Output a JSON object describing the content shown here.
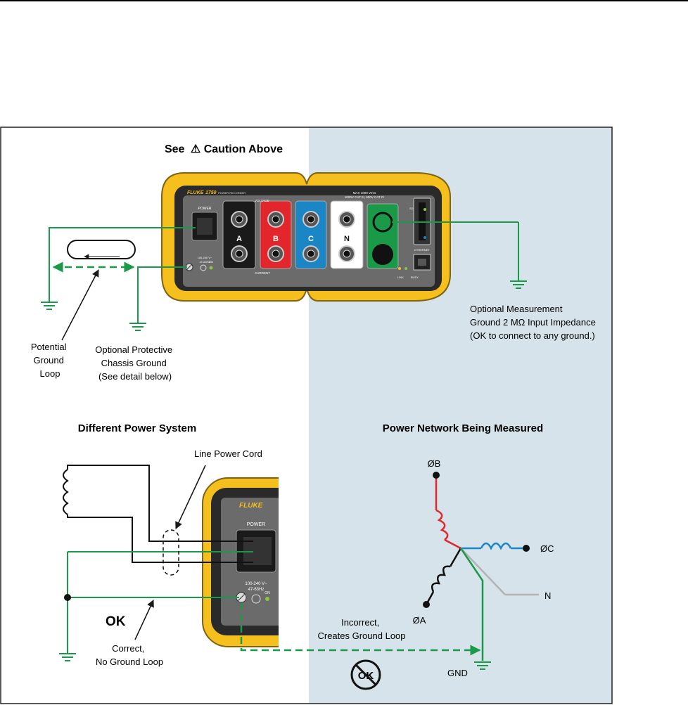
{
  "colors": {
    "right_panel": "#d6e3ea",
    "yellow": "#f5bf1d",
    "yellow_dark": "#7e6414",
    "face": "#6b6b6b",
    "green": "#1a9a49",
    "red": "#e3262b",
    "blue": "#1b86c5",
    "gray": "#b3b3b3",
    "black": "#1a1a1a"
  },
  "caution": {
    "prefix": "See",
    "symbol": "⚠",
    "text": "Caution Above"
  },
  "device": {
    "brand": "FLUKE",
    "model": "1750",
    "model_suffix": "POWER RECORDER",
    "power_label": "POWER",
    "power_rating": "100-240 V~",
    "power_freq": "47-63Hz",
    "on_label": "ON",
    "voltage_label": "VOLTAGE",
    "current_label": "CURRENT",
    "max_rating": "MAX 1000 Vrms",
    "cat_rating": "1000V CAT III, 600V CAT IV",
    "channels": [
      "A",
      "B",
      "C",
      "N"
    ],
    "sd_label": "SD",
    "ethernet_label": "ETHERNET",
    "link_label": "LINK",
    "busy_label": "BUSY"
  },
  "labels": {
    "potential_ground_loop": [
      "Potential",
      "Ground",
      "Loop"
    ],
    "protective_chassis_ground": [
      "Optional Protective",
      "Chassis Ground",
      "(See detail below)"
    ],
    "measurement_ground": [
      "Optional Measurement",
      "Ground 2 MΩ  Input Impedance",
      "(OK to connect to any ground.)"
    ],
    "different_power_system": "Different Power System",
    "power_network": "Power Network Being Measured",
    "line_power_cord": "Line Power Cord",
    "ok": "OK",
    "correct": [
      "Correct,",
      "No Ground Loop"
    ],
    "incorrect": [
      "Incorrect,",
      "Creates Ground Loop"
    ],
    "not_ok_symbol": "OK",
    "phase_b": "ØB",
    "phase_c": "ØC",
    "phase_a": "ØA",
    "neutral": "N",
    "gnd": "GND"
  }
}
